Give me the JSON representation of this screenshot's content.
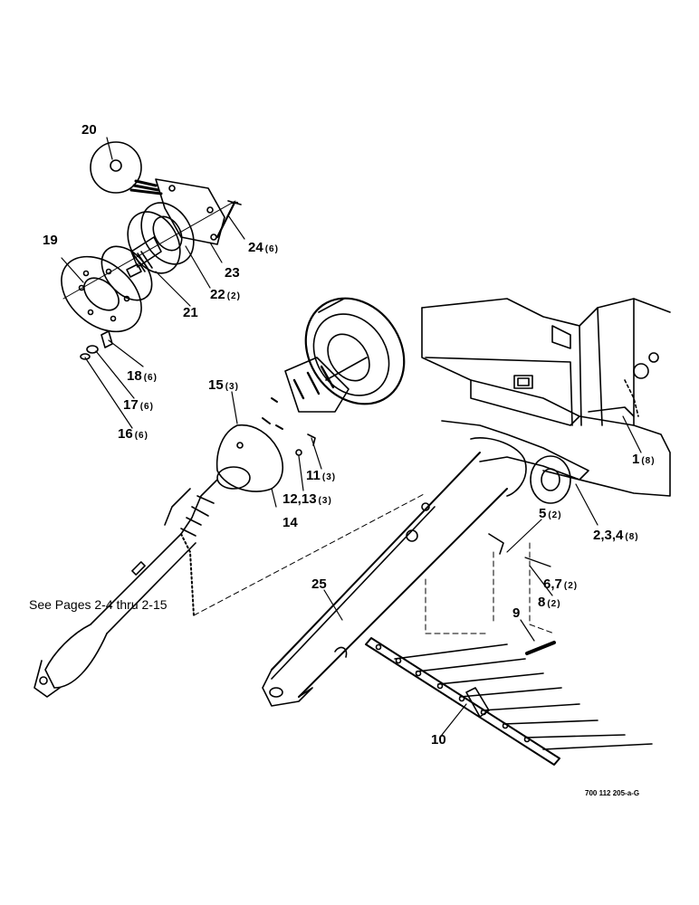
{
  "callouts": [
    {
      "id": "c20",
      "num": "20",
      "qty": ""
    },
    {
      "id": "c19",
      "num": "19",
      "qty": ""
    },
    {
      "id": "c24",
      "num": "24",
      "qty": "(6)"
    },
    {
      "id": "c23",
      "num": "23",
      "qty": ""
    },
    {
      "id": "c22",
      "num": "22",
      "qty": "(2)"
    },
    {
      "id": "c21",
      "num": "21",
      "qty": ""
    },
    {
      "id": "c18",
      "num": "18",
      "qty": "(6)"
    },
    {
      "id": "c17",
      "num": "17",
      "qty": "(6)"
    },
    {
      "id": "c16",
      "num": "16",
      "qty": "(6)"
    },
    {
      "id": "c15",
      "num": "15",
      "qty": "(3)"
    },
    {
      "id": "c11",
      "num": "11",
      "qty": "(3)"
    },
    {
      "id": "c12",
      "num": "12,13",
      "qty": "(3)"
    },
    {
      "id": "c14",
      "num": "14",
      "qty": ""
    },
    {
      "id": "c1",
      "num": "1",
      "qty": "(8)"
    },
    {
      "id": "c2",
      "num": "2,3,4",
      "qty": "(8)"
    },
    {
      "id": "c5",
      "num": "5",
      "qty": "(2)"
    },
    {
      "id": "c6",
      "num": "6,7",
      "qty": "(2)"
    },
    {
      "id": "c8",
      "num": "8",
      "qty": "(2)"
    },
    {
      "id": "c25",
      "num": "25",
      "qty": ""
    },
    {
      "id": "c9",
      "num": "9",
      "qty": ""
    },
    {
      "id": "c10",
      "num": "10",
      "qty": ""
    }
  ],
  "note": "See Pages 2-4 thru 2-15",
  "drawing_ref": "700 112 205-a-G"
}
